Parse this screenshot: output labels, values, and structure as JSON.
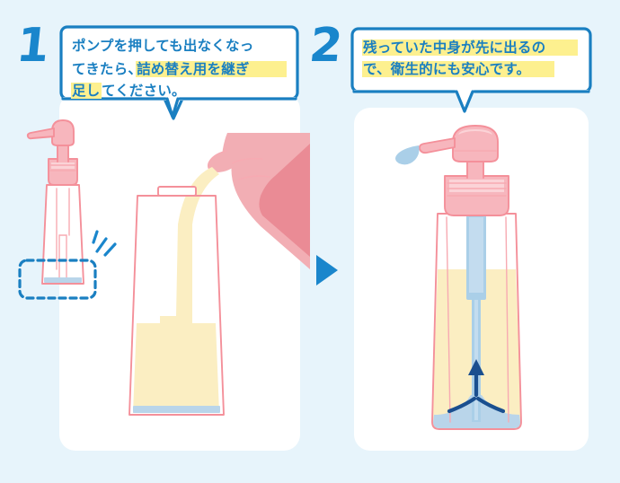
{
  "meta": {
    "background_color": "#e7f4fb",
    "accent_blue": "#1a7fc1",
    "accent_blue_bright": "#1a86cc",
    "highlight_yellow": "#fdf08f",
    "pink_line": "#f4909a",
    "pink_fill": "#f7b6bd",
    "liquid_yellow": "#fbeec2",
    "tube_blue": "#aacfe8",
    "flow_arrow_blue": "#1a4f8f",
    "card_white": "#ffffff"
  },
  "steps": [
    {
      "number": "1",
      "bubble_lines": [
        {
          "segments": [
            {
              "text": "ポンプを押しても出なくなっ",
              "highlight": false
            }
          ]
        },
        {
          "segments": [
            {
              "text": "てきたら、",
              "highlight": false
            },
            {
              "text": "詰め替え用を継ぎ",
              "highlight": true
            }
          ]
        },
        {
          "segments": [
            {
              "text": "足し",
              "highlight": true
            },
            {
              "text": "てください。",
              "highlight": false
            }
          ]
        }
      ],
      "bubble_full_text": "ポンプを押しても出なくなってきたら、詰め替え用を継ぎ足してください。",
      "illustration": {
        "name": "empty-pump-bottle-and-refill-pouch",
        "elements": [
          "pump-bottle-empty",
          "dashed-highlight-bottom",
          "sparkle-lines",
          "refill-bottle-being-filled",
          "refill-pouch-pouring",
          "pouring-liquid-stream"
        ]
      }
    },
    {
      "number": "2",
      "bubble_lines": [
        {
          "segments": [
            {
              "text": "残っていた中身が先に出るの",
              "highlight": true
            }
          ]
        },
        {
          "segments": [
            {
              "text": "で、衛生的にも安心です。",
              "highlight": true
            }
          ]
        }
      ],
      "bubble_full_text": "残っていた中身が先に出るので、衛生的にも安心です。",
      "illustration": {
        "name": "refilled-pump-bottle-dispensing",
        "elements": [
          "pump-bottle-filled",
          "dip-tube",
          "flow-arrow-upward",
          "dispensed-droplet"
        ]
      }
    }
  ],
  "connector": {
    "name": "step-arrow",
    "glyph": "▶",
    "direction": "right"
  }
}
